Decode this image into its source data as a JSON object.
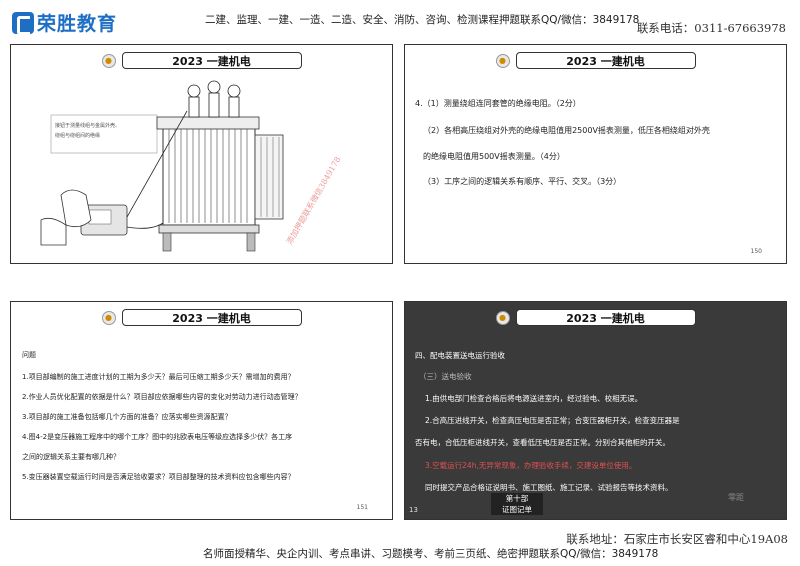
{
  "header": {
    "logo_text": "荣胜教育",
    "top_text": "二建、监理、一建、一造、二造、安全、消防、咨询、检测课程押题联系QQ/微信：3849178",
    "phone": "联系电话：0311-67663978"
  },
  "slides": [
    {
      "title": "2023 一建机电",
      "callout_line1": "接钮于测量线组与金属外壳、",
      "callout_line2": "绕组与绕组间的绝缘",
      "watermark": "添加押题联系微信3849178"
    },
    {
      "title": "2023 一建机电",
      "lines": [
        "4.（1）测量绕组连同套管的绝缘电阻。（2分）",
        "（2）各相高压绕组对外壳的绝缘电阻值用2500V摇表测量，低压各相绕组对外壳",
        "的绝缘电阻值用500V摇表测量。（4分）",
        "（3）工序之间的逻辑关系有顺序、平行、交叉。（3分）"
      ],
      "page": "150"
    },
    {
      "title": "2023 一建机电",
      "lines": [
        "问题",
        "1.项目部编制的施工进度计划的工期为多少天？最后可压缩工期多少天？需增加的费用？",
        "2.作业人员优化配置的依据是什么？项目部应依据哪些内容的变化对劳动力进行动态管理？",
        "3.项目部的施工准备包括哪几个方面的准备？应落实哪些资源配置？",
        "4.图4-2是变压器施工程序中的哪个工序？图中的兆欧表电压等级应选择多少伏？各工序",
        "之间的逻辑关系主要有哪几种？",
        "5.变压器装置空载运行时间是否满足验收要求？项目部整理的技术资料应包含哪些内容？"
      ],
      "page": "151"
    },
    {
      "title": "2023 一建机电",
      "heading": "四、配电装置送电运行验收",
      "subheading": "（三）送电验收",
      "item1": "1.由供电部门检查合格后将电源送进室内，经过验电、校相无误。",
      "item2_a": "2.合高压进线开关，检查高压电压是否正常；合变压器柜开关，检查变压器是",
      "item2_b": "否有电，合低压柜进线开关，查看低压电压是否正常。分别合其他柜的开关。",
      "item3": "3.空载运行24h,无异常现象，办理验收手续，交建设单位使用。",
      "item4": "同时提交产品合格证说明书、施工图纸、施工记录、试验报告等技术资料。",
      "box_line1": "第十部",
      "box_line2": "证图记单",
      "corner_logo": "零距",
      "page": "13"
    }
  ],
  "footer": {
    "address": "联系地址：石家庄市长安区睿和中心19A08",
    "bottom_text": "名师面授精华、央企内训、考点串讲、习题模考、考前三页纸、绝密押题联系QQ/微信：3849178"
  },
  "colors": {
    "brand": "#1e6fc4",
    "slide_dark": "#3a3a3a",
    "highlight_red": "#e05050"
  }
}
